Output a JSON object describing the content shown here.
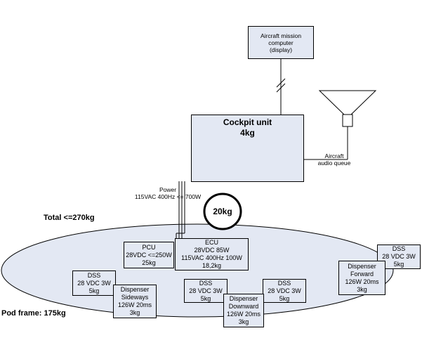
{
  "mission_computer": {
    "label": "Aircraft mission\ncomputer\n(display)"
  },
  "cockpit_unit": {
    "title": "Cockpit unit",
    "weight": "4kg"
  },
  "audio": {
    "label": "Aircraft\naudio queue"
  },
  "power": {
    "label": "Power\n115VAC 400Hz <= 700W"
  },
  "weight_20": {
    "label": "20kg"
  },
  "total": {
    "label": "Total <=270kg"
  },
  "pod_frame": {
    "label": "Pod frame: 175kg"
  },
  "pcu": {
    "label": "PCU\n28VDC <=250W\n25kg"
  },
  "ecu": {
    "label": "ECU\n28VDC 85W\n115VAC 400Hz 100W\n18,2kg"
  },
  "dss_forward": {
    "label": "DSS\n28 VDC 3W\n5kg"
  },
  "dispenser_forward": {
    "label": "Dispenser\nForward\n126W 20ms\n3kg"
  },
  "dss_sideways": {
    "label": "DSS\n28 VDC 3W\n5kg"
  },
  "dispenser_sideways": {
    "label": "Dispenser\nSideways\n126W 20ms\n3kg"
  },
  "dss_center_left": {
    "label": "DSS\n28 VDC 3W\n5kg"
  },
  "dss_center_right": {
    "label": "DSS\n28 VDC 3W\n5kg"
  },
  "dispenser_downward": {
    "label": "Dispenser\nDownward\n126W 20ms\n3kg"
  }
}
